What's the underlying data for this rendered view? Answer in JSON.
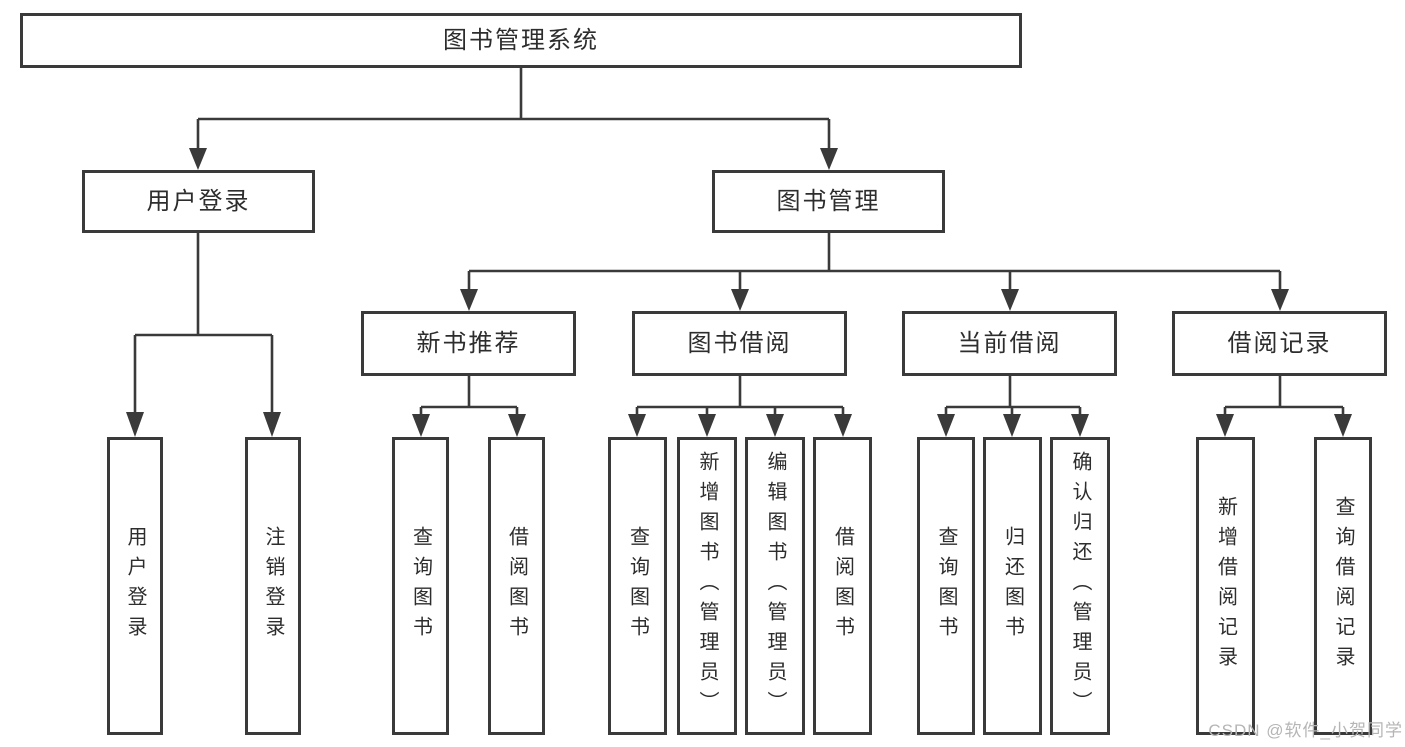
{
  "diagram_title": "图书管理系统",
  "colors": {
    "line": "#3a3a3a",
    "box_border": "#3a3a3a",
    "text": "#2d2d2d",
    "watermark": "#b5b5b5",
    "background": "#ffffff"
  },
  "tree": {
    "root": {
      "label": "图书管理系统"
    },
    "branches": [
      {
        "label": "用户登录",
        "children": [
          {
            "label": "用户登录"
          },
          {
            "label": "注销登录"
          }
        ]
      },
      {
        "label": "图书管理",
        "children": [
          {
            "label": "新书推荐",
            "children": [
              {
                "label": "查询图书"
              },
              {
                "label": "借阅图书"
              }
            ]
          },
          {
            "label": "图书借阅",
            "children": [
              {
                "label": "查询图书"
              },
              {
                "label": "新增图书（管理员）"
              },
              {
                "label": "编辑图书（管理员）"
              },
              {
                "label": "借阅图书"
              }
            ]
          },
          {
            "label": "当前借阅",
            "children": [
              {
                "label": "查询图书"
              },
              {
                "label": "归还图书"
              },
              {
                "label": "确认归还（管理员）"
              }
            ]
          },
          {
            "label": "借阅记录",
            "children": [
              {
                "label": "新增借阅记录"
              },
              {
                "label": "查询借阅记录"
              }
            ]
          }
        ]
      }
    ]
  },
  "watermark": "CSDN @软件_小贺同学"
}
